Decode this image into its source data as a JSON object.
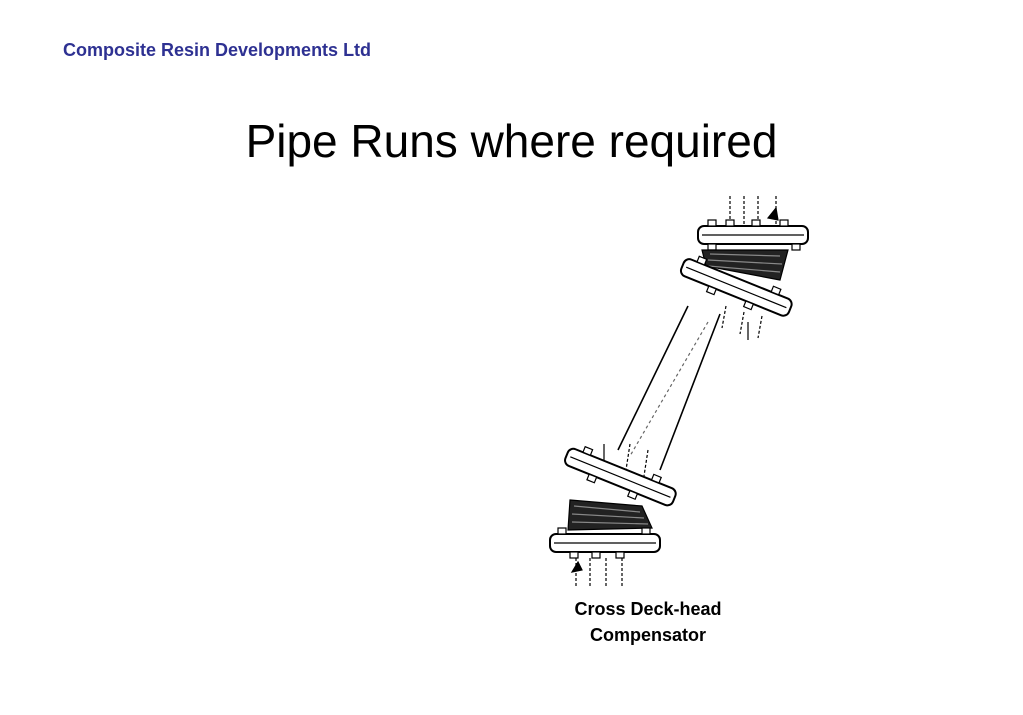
{
  "header": {
    "company": "Composite Resin Developments Ltd",
    "company_color": "#2e3192"
  },
  "slide": {
    "title": "Pipe Runs where required"
  },
  "figure": {
    "icon": "compensator-drawing-icon",
    "caption_line1": "Cross Deck-head",
    "caption_line2": "Compensator"
  }
}
